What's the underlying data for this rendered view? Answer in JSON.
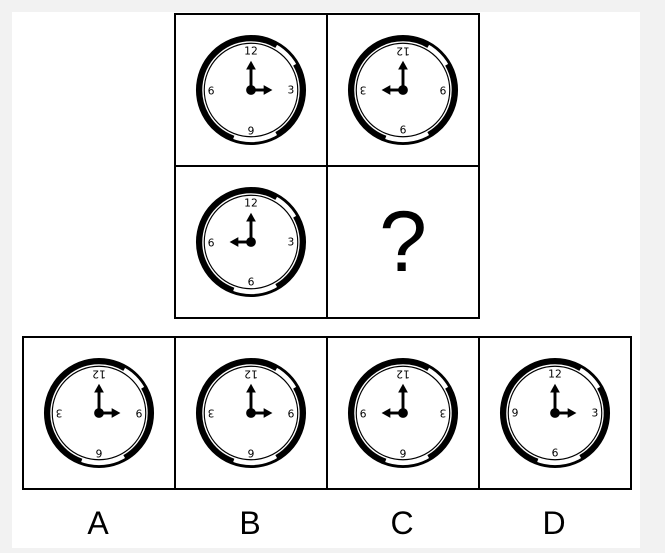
{
  "puzzle": {
    "question_mark": "?",
    "grid": [
      {
        "cell": "r1c1",
        "hands": [
          "up",
          "right"
        ],
        "labels": {
          "top": "12",
          "right": "3",
          "bottom": "6",
          "left": "9"
        },
        "flip": {
          "top": false,
          "right": false,
          "bottom": true,
          "left": true
        }
      },
      {
        "cell": "r1c2",
        "hands": [
          "up",
          "left"
        ],
        "labels": {
          "top": "12",
          "right": "9",
          "bottom": "6",
          "left": "3"
        },
        "flip": {
          "top": true,
          "right": true,
          "bottom": false,
          "left": true
        }
      },
      {
        "cell": "r2c1",
        "hands": [
          "up",
          "left"
        ],
        "labels": {
          "top": "12",
          "right": "3",
          "bottom": "6",
          "left": "9"
        },
        "flip": {
          "top": false,
          "right": false,
          "bottom": false,
          "left": true
        }
      }
    ]
  },
  "options": [
    {
      "letter": "A",
      "hands": [
        "up",
        "right"
      ],
      "labels": {
        "top": "12",
        "right": "9",
        "bottom": "6",
        "left": "3"
      },
      "flip": {
        "top": true,
        "right": true,
        "bottom": true,
        "left": true
      }
    },
    {
      "letter": "B",
      "hands": [
        "up",
        "right"
      ],
      "labels": {
        "top": "12",
        "right": "9",
        "bottom": "6",
        "left": "3"
      },
      "flip": {
        "top": true,
        "right": true,
        "bottom": true,
        "left": true
      }
    },
    {
      "letter": "C",
      "hands": [
        "up",
        "left"
      ],
      "labels": {
        "top": "12",
        "right": "3",
        "bottom": "6",
        "left": "9"
      },
      "flip": {
        "top": true,
        "right": true,
        "bottom": true,
        "left": true
      }
    },
    {
      "letter": "D",
      "hands": [
        "up",
        "right"
      ],
      "labels": {
        "top": "12",
        "right": "3",
        "bottom": "6",
        "left": "9"
      },
      "flip": {
        "top": false,
        "right": false,
        "bottom": false,
        "left": false
      }
    }
  ]
}
